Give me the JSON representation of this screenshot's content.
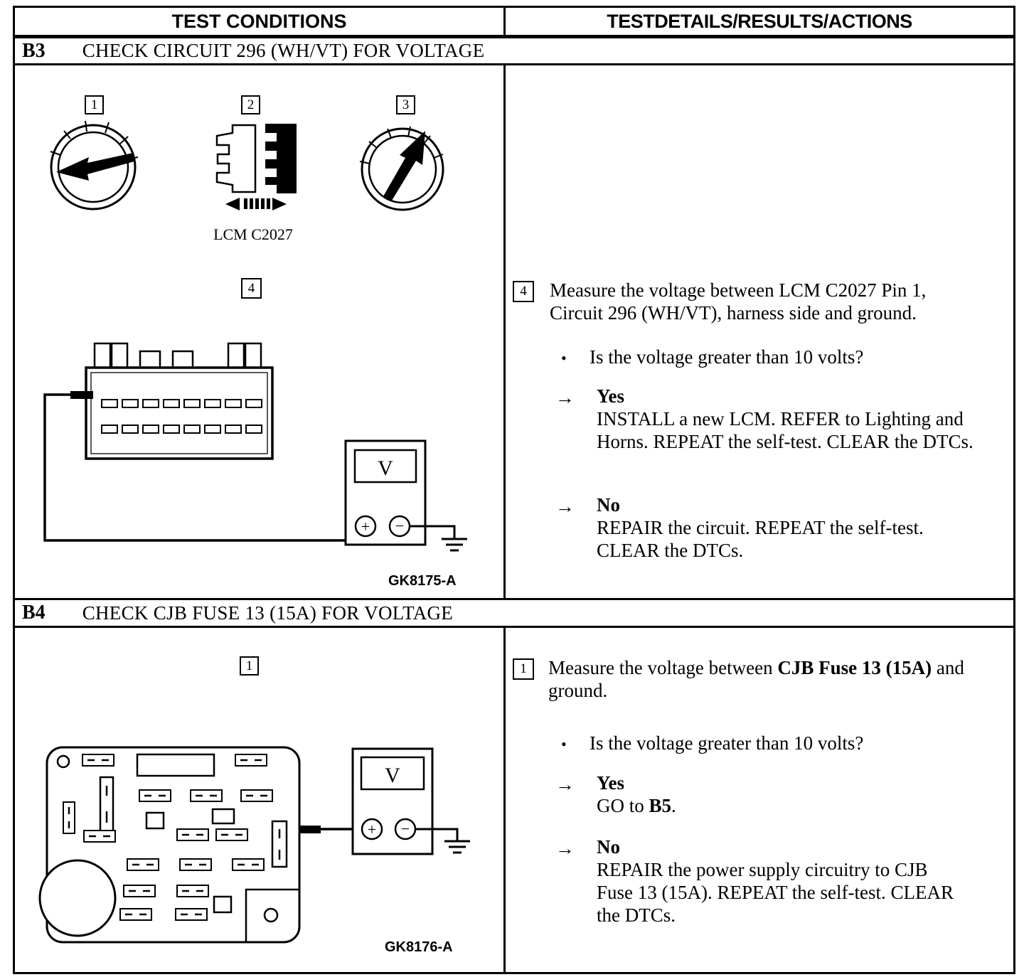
{
  "header": {
    "left": "TEST CONDITIONS",
    "right": "TESTDETAILS/RESULTS/ACTIONS"
  },
  "glyphs": {
    "arrow": "→",
    "bullet": "•",
    "meter": "V",
    "plus": "+",
    "minus": "−"
  },
  "b3": {
    "id": "B3",
    "title": "CHECK CIRCUIT 296 (WH/VT) FOR VOLTAGE",
    "badges": {
      "b1": "1",
      "b2": "2",
      "b3": "3",
      "b4": "4"
    },
    "connector_label": "LCM C2027",
    "figure_code": "GK8175-A",
    "step_num": "4",
    "instruction": "Measure the voltage between LCM C2027 Pin 1, Circuit 296 (WH/VT), harness side and ground.",
    "question": "Is the voltage greater than 10 volts?",
    "yes_label": "Yes",
    "yes_action": "INSTALL a new LCM. REFER to Lighting and Horns. REPEAT the self-test. CLEAR the DTCs.",
    "no_label": "No",
    "no_action": "REPAIR the circuit. REPEAT the self-test. CLEAR the DTCs."
  },
  "b4": {
    "id": "B4",
    "title": "CHECK CJB FUSE 13 (15A) FOR VOLTAGE",
    "badge1": "1",
    "figure_code": "GK8176-A",
    "step_num": "1",
    "instruction_prefix": "Measure the voltage between ",
    "instruction_bold": "CJB Fuse 13 (15A)",
    "instruction_suffix": " and ground.",
    "question": "Is the voltage greater than 10 volts?",
    "yes_label": "Yes",
    "go_prefix": "GO to ",
    "go_target": "B5",
    "go_suffix": ".",
    "no_label": "No",
    "no_action": "REPAIR the power supply circuitry to CJB Fuse 13 (15A). REPEAT the self-test. CLEAR the DTCs."
  }
}
